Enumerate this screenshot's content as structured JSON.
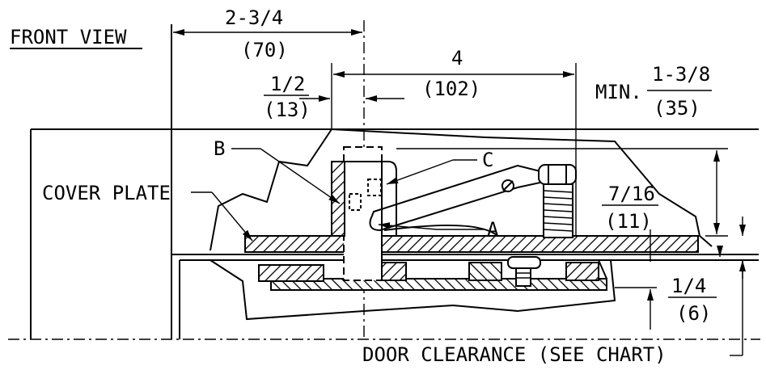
{
  "view_title": "FRONT VIEW",
  "labels": {
    "cover_plate": "COVER PLATE",
    "door_clearance": "DOOR CLEARANCE (SEE CHART)",
    "min": "MIN.",
    "callout_a": "A",
    "callout_b": "B",
    "callout_c": "C"
  },
  "dimensions": {
    "overall_offset": {
      "fraction": "2-3/4",
      "metric": "(70)"
    },
    "pivot_spacing": {
      "fraction": "4",
      "metric": "(102)"
    },
    "pivot_offset": {
      "fraction": "1/2",
      "metric": "(13)"
    },
    "min_depth": {
      "fraction": "1-3/8",
      "metric": "(35)"
    },
    "plate_height": {
      "fraction": "7/16",
      "metric": "(11)"
    },
    "bottom_gap": {
      "fraction": "1/4",
      "metric": "(6)"
    }
  }
}
